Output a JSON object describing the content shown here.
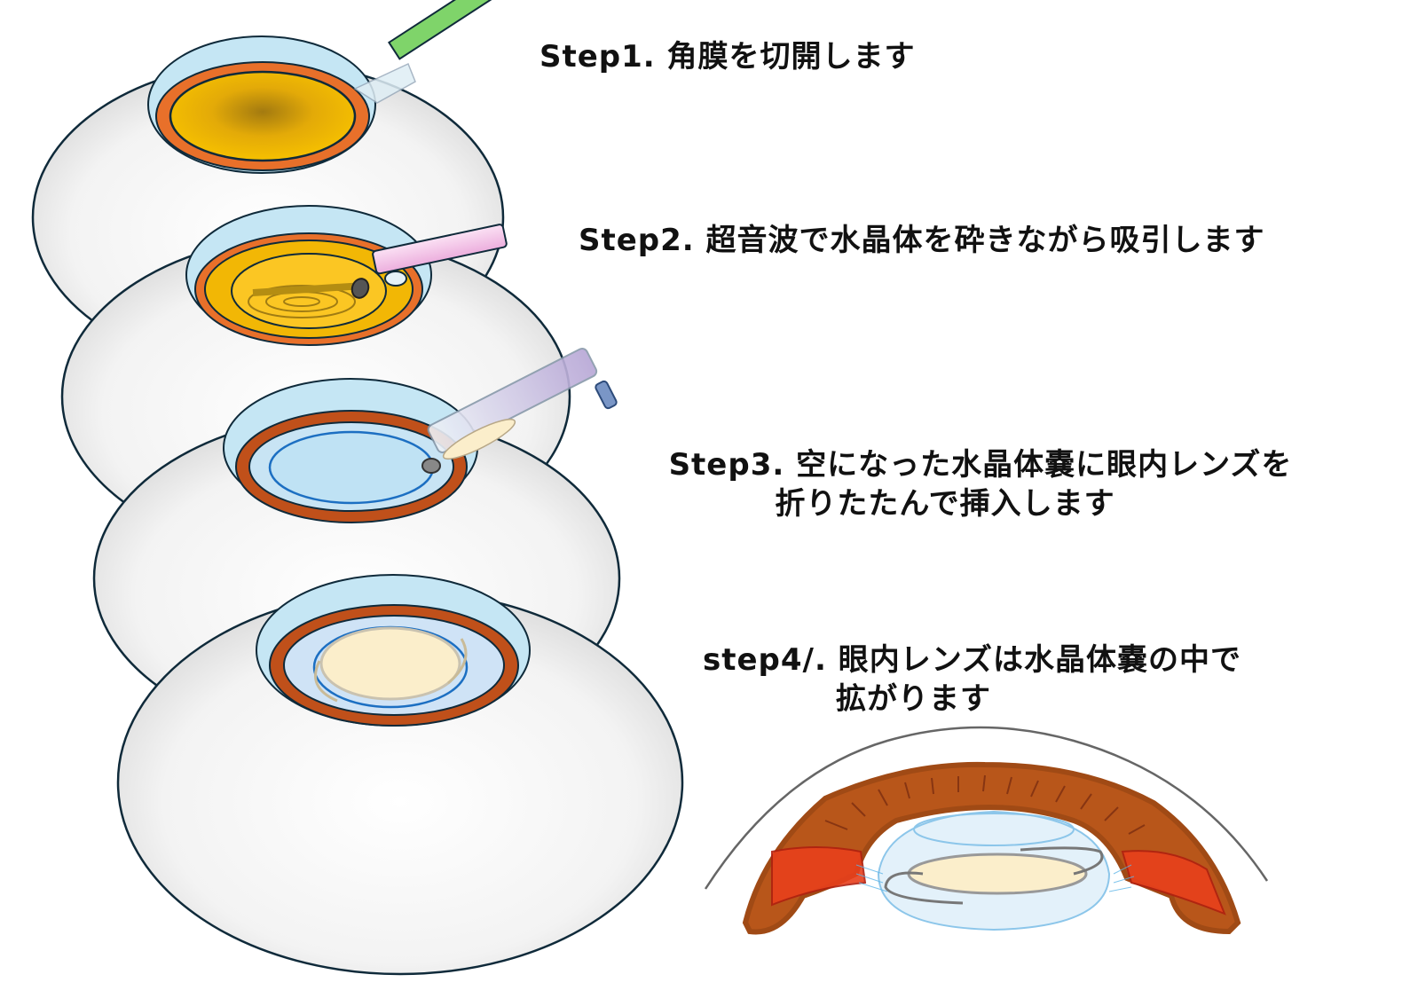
{
  "steps": [
    {
      "lines": [
        "Step1. 角膜を切開します"
      ]
    },
    {
      "lines": [
        "Step2. 超音波で水晶体を砕きながら吸引します"
      ]
    },
    {
      "lines": [
        "Step3. 空になった水晶体嚢に眼内レンズを",
        "折りたたんで挿入します"
      ]
    },
    {
      "lines": [
        "step4/. 眼内レンズは水晶体嚢の中で",
        "拡がります"
      ]
    }
  ],
  "colors": {
    "outline": "#0f2a3a",
    "cornea": "#c5e6f4",
    "iris_orange": "#e8702a",
    "iris_brown": "#c0501a",
    "lens_yellow": "#f2b705",
    "knife_green": "#7fd46a",
    "probe_pink": "#f5c6e8",
    "iol_cream": "#fbeecb"
  }
}
